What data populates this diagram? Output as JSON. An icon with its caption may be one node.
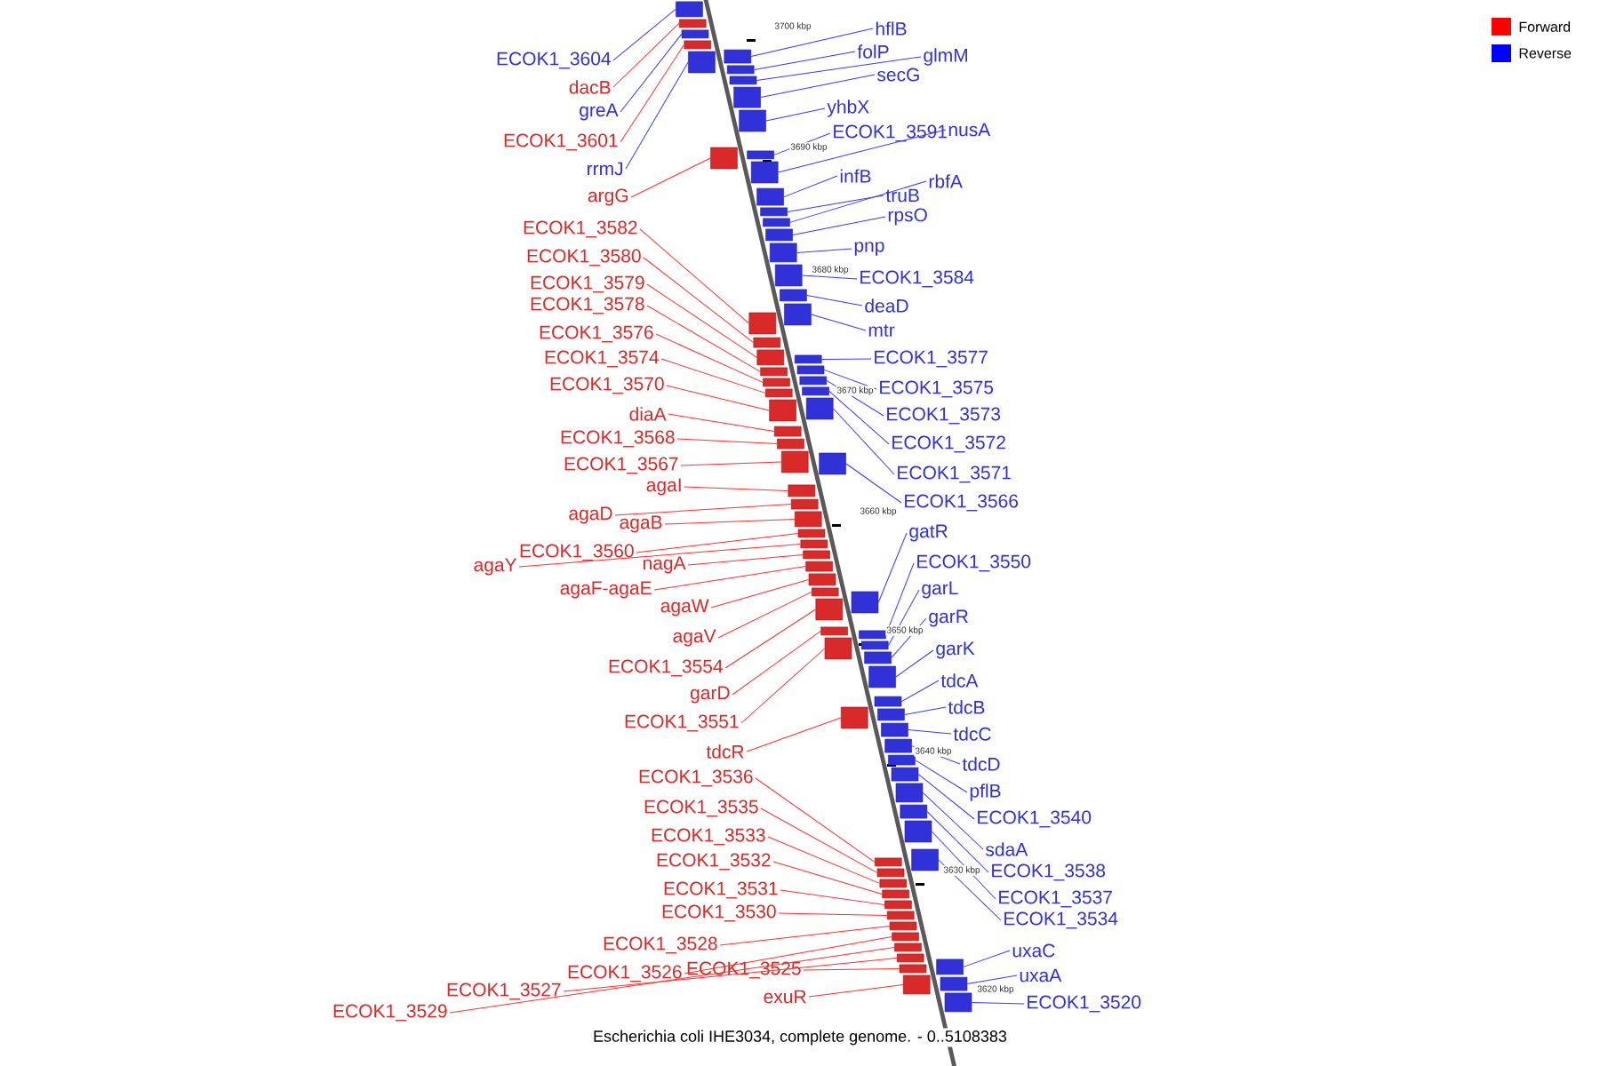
{
  "diagram": {
    "caption": "Escherichia coli IHE3034, complete genome. - 0..5108383",
    "nodes": [
      {
        "text": [
          "ECOK1_3604"
        ]
      },
      {
        "text": [
          "dacB"
        ]
      },
      {
        "text": [
          "greA"
        ]
      },
      {
        "text": [
          "ECOK1_3601"
        ]
      },
      {
        "text": [
          "rrmJ"
        ]
      },
      {
        "text": [
          "argG"
        ]
      },
      {
        "text": [
          "ECOK1_3582"
        ]
      },
      {
        "text": [
          "ECOK1_3580"
        ]
      },
      {
        "text": [
          "ECOK1_3579"
        ]
      },
      {
        "text": [
          "ECOK1_3578"
        ]
      },
      {
        "text": [
          "ECOK1_3576"
        ]
      },
      {
        "text": [
          "ECOK1_3574"
        ]
      },
      {
        "text": [
          "ECOK1_3570"
        ]
      },
      {
        "text": [
          "diaA"
        ]
      },
      {
        "text": [
          "ECOK1_3568"
        ]
      },
      {
        "text": [
          "ECOK1_3567"
        ]
      },
      {
        "text": [
          "agaI"
        ]
      },
      {
        "text": [
          "agaD"
        ]
      },
      {
        "text": [
          "agaB"
        ]
      },
      {
        "text": [
          "ECOK1_3560"
        ]
      },
      {
        "text": [
          "agaY"
        ]
      },
      {
        "text": [
          "nagA"
        ]
      },
      {
        "text": [
          "agaF-agaE"
        ]
      },
      {
        "text": [
          "agaW"
        ]
      },
      {
        "text": [
          "agaV"
        ]
      },
      {
        "text": [
          "ECOK1_3554"
        ]
      },
      {
        "text": [
          "garD"
        ]
      },
      {
        "text": [
          "ECOK1_3551"
        ]
      },
      {
        "text": [
          "tdcR"
        ]
      },
      {
        "text": [
          "ECOK1_3536"
        ]
      },
      {
        "text": [
          "ECOK1_3535"
        ]
      },
      {
        "text": [
          "ECOK1_3533"
        ]
      },
      {
        "text": [
          "ECOK1_3532"
        ]
      },
      {
        "text": [
          "ECOK1_3531"
        ]
      },
      {
        "text": [
          "ECOK1_3530"
        ]
      },
      {
        "text": [
          "ECOK1_3528"
        ]
      },
      {
        "text": [
          "ECOK1_3526"
        ]
      },
      {
        "text": [
          "ECOK1_3525"
        ]
      },
      {
        "text": [
          "ECOK1_3527"
        ]
      },
      {
        "text": [
          "ECOK1_3529"
        ]
      },
      {
        "text": [
          "exuR"
        ]
      },
      {
        "text": [
          "hflB"
        ]
      },
      {
        "text": [
          "folP"
        ]
      },
      {
        "text": [
          "glmM"
        ]
      },
      {
        "text": [
          "secG"
        ]
      },
      {
        "text": [
          "yhbX"
        ]
      },
      {
        "text": [
          "ECOK1_3591"
        ]
      },
      {
        "text": [
          "nusA"
        ]
      },
      {
        "text": [
          "infB"
        ]
      },
      {
        "text": [
          "rbfA"
        ]
      },
      {
        "text": [
          "truB"
        ]
      },
      {
        "text": [
          "rpsO"
        ]
      },
      {
        "text": [
          "pnp"
        ]
      },
      {
        "text": [
          "ECOK1_3584"
        ]
      },
      {
        "text": [
          "deaD"
        ]
      },
      {
        "text": [
          "mtr"
        ]
      },
      {
        "text": [
          "ECOK1_3577"
        ]
      },
      {
        "text": [
          "ECOK1_3575"
        ]
      },
      {
        "text": [
          "ECOK1_3573"
        ]
      },
      {
        "text": [
          "ECOK1_3572"
        ]
      },
      {
        "text": [
          "ECOK1_3571"
        ]
      },
      {
        "text": [
          "ECOK1_3566"
        ]
      },
      {
        "text": [
          "gatR"
        ]
      },
      {
        "text": [
          "ECOK1_3550"
        ]
      },
      {
        "text": [
          "garL"
        ]
      },
      {
        "text": [
          "garR"
        ]
      },
      {
        "text": [
          "garK"
        ]
      },
      {
        "text": [
          "tdcA"
        ]
      },
      {
        "text": [
          "tdcB"
        ]
      },
      {
        "text": [
          "tdcC"
        ]
      },
      {
        "text": [
          "tdcD"
        ]
      },
      {
        "text": [
          "pflB"
        ]
      },
      {
        "text": [
          "ECOK1_3540"
        ]
      },
      {
        "text": [
          "sdaA"
        ]
      },
      {
        "text": [
          "ECOK1_3538"
        ]
      },
      {
        "text": [
          "ECOK1_3537"
        ]
      },
      {
        "text": [
          "ECOK1_3534"
        ]
      },
      {
        "text": [
          "uxaC"
        ]
      },
      {
        "text": [
          "uxaA"
        ]
      },
      {
        "text": [
          "ECOK1_3520"
        ]
      },
      {
        "text": [],
        "shape": "box"
      },
      {
        "text": [],
        "shape": "box"
      },
      {
        "text": [],
        "shape": "box"
      },
      {
        "text": [],
        "shape": "box"
      },
      {
        "text": [],
        "shape": "box"
      },
      {
        "text": [],
        "shape": "box"
      },
      {
        "text": [],
        "shape": "box"
      },
      {
        "text": [],
        "shape": "box"
      },
      {
        "text": [],
        "shape": "box"
      },
      {
        "text": [],
        "shape": "box"
      },
      {
        "text": [],
        "shape": "box"
      },
      {
        "text": [],
        "shape": "box"
      },
      {
        "text": [],
        "shape": "box"
      },
      {
        "text": [],
        "shape": "box"
      },
      {
        "text": [],
        "shape": "box"
      },
      {
        "text": [],
        "shape": "box"
      },
      {
        "text": [],
        "shape": "box"
      },
      {
        "text": [],
        "shape": "box"
      },
      {
        "text": [],
        "shape": "box"
      },
      {
        "text": [],
        "shape": "box"
      },
      {
        "text": [],
        "shape": "box"
      },
      {
        "text": [],
        "shape": "box"
      },
      {
        "text": [],
        "shape": "box"
      },
      {
        "text": [],
        "shape": "box"
      },
      {
        "text": [],
        "shape": "box"
      },
      {
        "text": [],
        "shape": "box"
      },
      {
        "text": [],
        "shape": "box"
      },
      {
        "text": [],
        "shape": "box"
      },
      {
        "text": [],
        "shape": "box"
      },
      {
        "text": [],
        "shape": "box"
      },
      {
        "text": [],
        "shape": "box"
      },
      {
        "text": [],
        "shape": "box"
      },
      {
        "text": [],
        "shape": "box"
      },
      {
        "text": [],
        "shape": "box"
      },
      {
        "text": [],
        "shape": "box"
      },
      {
        "text": [],
        "shape": "box"
      },
      {
        "text": [],
        "shape": "box"
      },
      {
        "text": [],
        "shape": "box"
      },
      {
        "text": [],
        "shape": "box"
      },
      {
        "text": [],
        "shape": "box"
      },
      {
        "text": [],
        "shape": "box"
      },
      {
        "text": [],
        "shape": "box"
      },
      {
        "text": [],
        "shape": "box"
      },
      {
        "text": [],
        "shape": "box"
      },
      {
        "text": [],
        "shape": "box"
      },
      {
        "text": [],
        "shape": "box"
      },
      {
        "text": [],
        "shape": "box"
      },
      {
        "text": [],
        "shape": "box"
      },
      {
        "text": [],
        "shape": "box"
      },
      {
        "text": [],
        "shape": "box"
      },
      {
        "text": [],
        "shape": "box"
      },
      {
        "text": [],
        "shape": "box"
      },
      {
        "text": [],
        "shape": "box"
      },
      {
        "text": [],
        "shape": "box"
      },
      {
        "text": [],
        "shape": "box"
      },
      {
        "text": [],
        "shape": "box"
      },
      {
        "text": [],
        "shape": "box"
      },
      {
        "text": [],
        "shape": "box"
      },
      {
        "text": [],
        "shape": "box"
      },
      {
        "text": [],
        "shape": "box"
      },
      {
        "text": [],
        "shape": "box"
      },
      {
        "text": [],
        "shape": "box"
      },
      {
        "text": [],
        "shape": "box"
      },
      {
        "text": [],
        "shape": "box"
      },
      {
        "text": [],
        "shape": "box"
      },
      {
        "text": [],
        "shape": "box"
      },
      {
        "text": [],
        "shape": "box"
      },
      {
        "text": [],
        "shape": "box"
      },
      {
        "text": [],
        "shape": "box"
      },
      {
        "text": [],
        "shape": "box"
      },
      {
        "text": [],
        "shape": "box"
      },
      {
        "text": [],
        "shape": "box"
      },
      {
        "text": [],
        "shape": "box"
      },
      {
        "text": [],
        "shape": "box"
      },
      {
        "text": [],
        "shape": "box"
      },
      {
        "text": [],
        "shape": "box"
      },
      {
        "text": [],
        "shape": "box"
      },
      {
        "text": [],
        "shape": "box"
      },
      {
        "text": [],
        "shape": "box"
      },
      {
        "text": [],
        "shape": "box"
      }
    ],
    "edges": [
      {
        "from": 0,
        "to": 80,
        "arrow": "none"
      },
      {
        "from": 1,
        "to": 81,
        "arrow": "none",
        "color": "#ff3030"
      },
      {
        "from": 2,
        "to": 82,
        "arrow": "none"
      },
      {
        "from": 3,
        "to": 83,
        "arrow": "none",
        "color": "#ff3030"
      },
      {
        "from": 4,
        "to": 84,
        "arrow": "none"
      },
      {
        "from": 5,
        "to": 85,
        "arrow": "none",
        "color": "#ff3030"
      },
      {
        "from": 6,
        "to": 86,
        "arrow": "none",
        "color": "#ff3030"
      },
      {
        "from": 7,
        "to": 87,
        "arrow": "none",
        "color": "#ff3030"
      },
      {
        "from": 8,
        "to": 88,
        "arrow": "none",
        "color": "#ff3030"
      },
      {
        "from": 9,
        "to": 89,
        "arrow": "none",
        "color": "#ff3030"
      },
      {
        "from": 10,
        "to": 90,
        "arrow": "none",
        "color": "#ff3030"
      },
      {
        "from": 11,
        "to": 91,
        "arrow": "none",
        "color": "#ff3030"
      },
      {
        "from": 12,
        "to": 92,
        "arrow": "none",
        "color": "#ff3030"
      },
      {
        "from": 13,
        "to": 93,
        "arrow": "none",
        "color": "#ff3030"
      },
      {
        "from": 14,
        "to": 94,
        "arrow": "none",
        "color": "#ff3030"
      },
      {
        "from": 15,
        "to": 95,
        "arrow": "none",
        "color": "#ff3030"
      },
      {
        "from": 16,
        "to": 96,
        "arrow": "none",
        "color": "#ff3030"
      },
      {
        "from": 17,
        "to": 97,
        "arrow": "none",
        "color": "#ff3030"
      },
      {
        "from": 18,
        "to": 98,
        "arrow": "none",
        "color": "#ff3030"
      },
      {
        "from": 19,
        "to": 99,
        "arrow": "none",
        "color": "#ff3030"
      },
      {
        "from": 20,
        "to": 100,
        "arrow": "none",
        "color": "#ff3030"
      },
      {
        "from": 21,
        "to": 101,
        "arrow": "none",
        "color": "#ff3030"
      },
      {
        "from": 22,
        "to": 102,
        "arrow": "none",
        "color": "#ff3030"
      },
      {
        "from": 23,
        "to": 103,
        "arrow": "none",
        "color": "#ff3030"
      },
      {
        "from": 24,
        "to": 104,
        "arrow": "none",
        "color": "#ff3030"
      },
      {
        "from": 25,
        "to": 105,
        "arrow": "none",
        "color": "#ff3030"
      },
      {
        "from": 26,
        "to": 106,
        "arrow": "none",
        "color": "#ff3030"
      },
      {
        "from": 27,
        "to": 107,
        "arrow": "none",
        "color": "#ff3030"
      },
      {
        "from": 28,
        "to": 108,
        "arrow": "none",
        "color": "#ff3030"
      },
      {
        "from": 29,
        "to": 109,
        "arrow": "none",
        "color": "#ff3030"
      },
      {
        "from": 30,
        "to": 110,
        "arrow": "none",
        "color": "#ff3030"
      },
      {
        "from": 31,
        "to": 111,
        "arrow": "none",
        "color": "#ff3030"
      },
      {
        "from": 32,
        "to": 112,
        "arrow": "none",
        "color": "#ff3030"
      },
      {
        "from": 33,
        "to": 113,
        "arrow": "none",
        "color": "#ff3030"
      },
      {
        "from": 34,
        "to": 114,
        "arrow": "none",
        "color": "#ff3030"
      },
      {
        "from": 35,
        "to": 115,
        "arrow": "none",
        "color": "#ff3030"
      },
      {
        "from": 36,
        "to": 116,
        "arrow": "none",
        "color": "#ff3030"
      },
      {
        "from": 37,
        "to": 117,
        "arrow": "none",
        "color": "#ff3030"
      },
      {
        "from": 38,
        "to": 118,
        "arrow": "none",
        "color": "#ff3030"
      },
      {
        "from": 39,
        "to": 119,
        "arrow": "none",
        "color": "#ff3030"
      },
      {
        "from": 40,
        "to": 120,
        "arrow": "none",
        "color": "#ff3030"
      },
      {
        "from": 41,
        "to": 121,
        "arrow": "none"
      },
      {
        "from": 42,
        "to": 122,
        "arrow": "none"
      },
      {
        "from": 43,
        "to": 123,
        "arrow": "none"
      },
      {
        "from": 44,
        "to": 124,
        "arrow": "none"
      },
      {
        "from": 45,
        "to": 125,
        "arrow": "none"
      },
      {
        "from": 46,
        "to": 126,
        "arrow": "none"
      },
      {
        "from": 47,
        "to": 127,
        "arrow": "none"
      },
      {
        "from": 48,
        "to": 128,
        "arrow": "none"
      },
      {
        "from": 49,
        "to": 129,
        "arrow": "none"
      },
      {
        "from": 50,
        "to": 130,
        "arrow": "none"
      },
      {
        "from": 51,
        "to": 131,
        "arrow": "none"
      },
      {
        "from": 52,
        "to": 132,
        "arrow": "none"
      },
      {
        "from": 53,
        "to": 133,
        "arrow": "none"
      },
      {
        "from": 54,
        "to": 134,
        "arrow": "none"
      },
      {
        "from": 55,
        "to": 135,
        "arrow": "none"
      },
      {
        "from": 56,
        "to": 136,
        "arrow": "none"
      },
      {
        "from": 57,
        "to": 137,
        "arrow": "none"
      },
      {
        "from": 58,
        "to": 138,
        "arrow": "none"
      },
      {
        "from": 59,
        "to": 139,
        "arrow": "none"
      },
      {
        "from": 60,
        "to": 140,
        "arrow": "none"
      },
      {
        "from": 61,
        "to": 141,
        "arrow": "none"
      },
      {
        "from": 62,
        "to": 142,
        "arrow": "none"
      },
      {
        "from": 63,
        "to": 143,
        "arrow": "none"
      },
      {
        "from": 64,
        "to": 144,
        "arrow": "none"
      },
      {
        "from": 65,
        "to": 145,
        "arrow": "none"
      },
      {
        "from": 66,
        "to": 146,
        "arrow": "none"
      },
      {
        "from": 67,
        "to": 147,
        "arrow": "none"
      },
      {
        "from": 68,
        "to": 148,
        "arrow": "none"
      },
      {
        "from": 69,
        "to": 149,
        "arrow": "none"
      },
      {
        "from": 70,
        "to": 150,
        "arrow": "none"
      },
      {
        "from": 71,
        "to": 151,
        "arrow": "none"
      },
      {
        "from": 72,
        "to": 152,
        "arrow": "none"
      },
      {
        "from": 73,
        "to": 153,
        "arrow": "none"
      },
      {
        "from": 74,
        "to": 154,
        "arrow": "none"
      },
      {
        "from": 75,
        "to": 155,
        "arrow": "none"
      },
      {
        "from": 76,
        "to": 156,
        "arrow": "none"
      },
      {
        "from": 77,
        "to": 157,
        "arrow": "none"
      },
      {
        "from": 78,
        "to": 158,
        "arrow": "none"
      },
      {
        "from": 79,
        "to": 159,
        "arrow": "none"
      }
    ],
    "labels": [
      "3700 kbp",
      "3690 kbp",
      "3680 kbp",
      "3670 kbp",
      "3660 kbp",
      "3650 kbp",
      "3640 kbp",
      "3630 kbp",
      "3620 kbp"
    ],
    "legend": [
      {
        "text": "Forward",
        "color": "#ff0000"
      },
      {
        "text": "Reverse",
        "color": "#0000ff"
      }
    ]
  }
}
